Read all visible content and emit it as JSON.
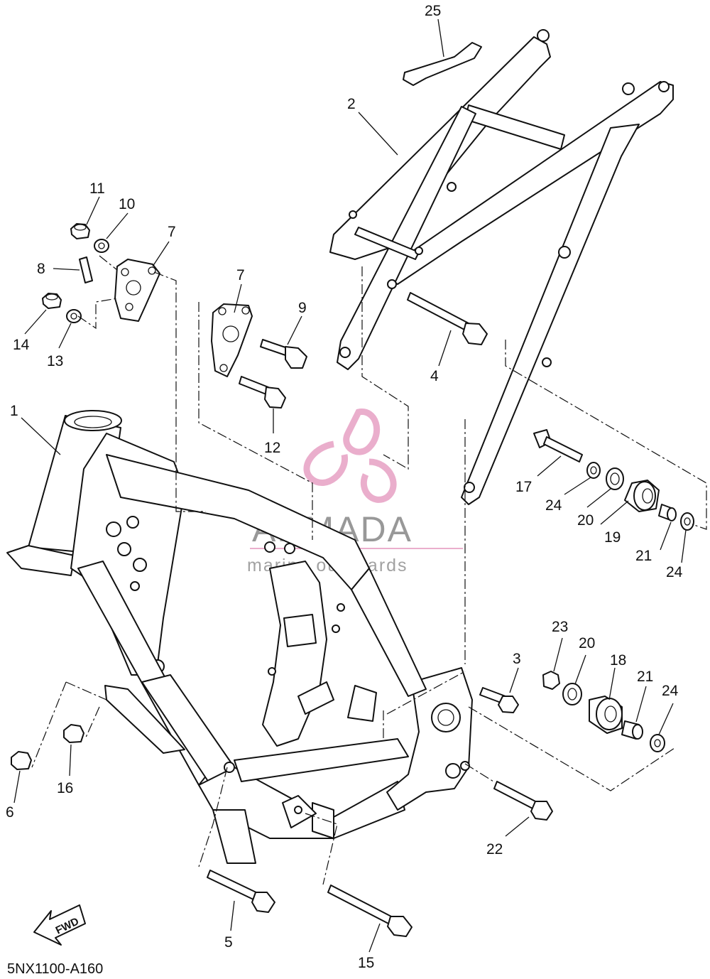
{
  "diagram": {
    "code": "5NX1100-A160",
    "fwd_label": "FWD",
    "watermark": {
      "brand": "ARMADA",
      "tagline": "marine outboards"
    },
    "callouts": [
      "1",
      "2",
      "3",
      "4",
      "5",
      "6",
      "7",
      "7",
      "8",
      "9",
      "10",
      "11",
      "12",
      "13",
      "14",
      "15",
      "16",
      "17",
      "18",
      "19",
      "20",
      "20",
      "21",
      "21",
      "22",
      "23",
      "24",
      "24",
      "24",
      "25"
    ]
  }
}
